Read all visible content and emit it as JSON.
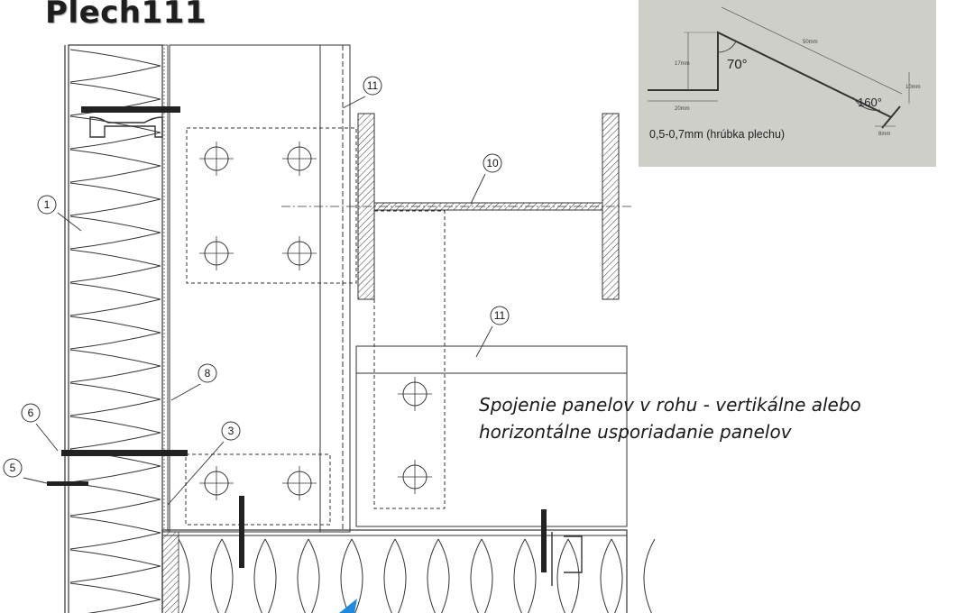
{
  "title": "Plech111",
  "caption": {
    "line1": "Spojenie panelov v rohu - vertikálne alebo",
    "line2": "horizontálne usporiadanie panelov"
  },
  "inset": {
    "angle_top": "70°",
    "angle_bottom": "160°",
    "dim_height": "17mm",
    "dim_base": "20mm",
    "dim_slope": "50mm",
    "dim_fold": "10mm",
    "dim_hem": "8mm",
    "thickness_note": "0,5-0,7mm (hrúbka plechu)"
  },
  "callouts": [
    "1",
    "3",
    "5",
    "6",
    "8",
    "10",
    "11",
    "11"
  ],
  "colors": {
    "line": "#333333",
    "inset_bg": "#cfcfca",
    "arrow": "#1e8be0"
  }
}
